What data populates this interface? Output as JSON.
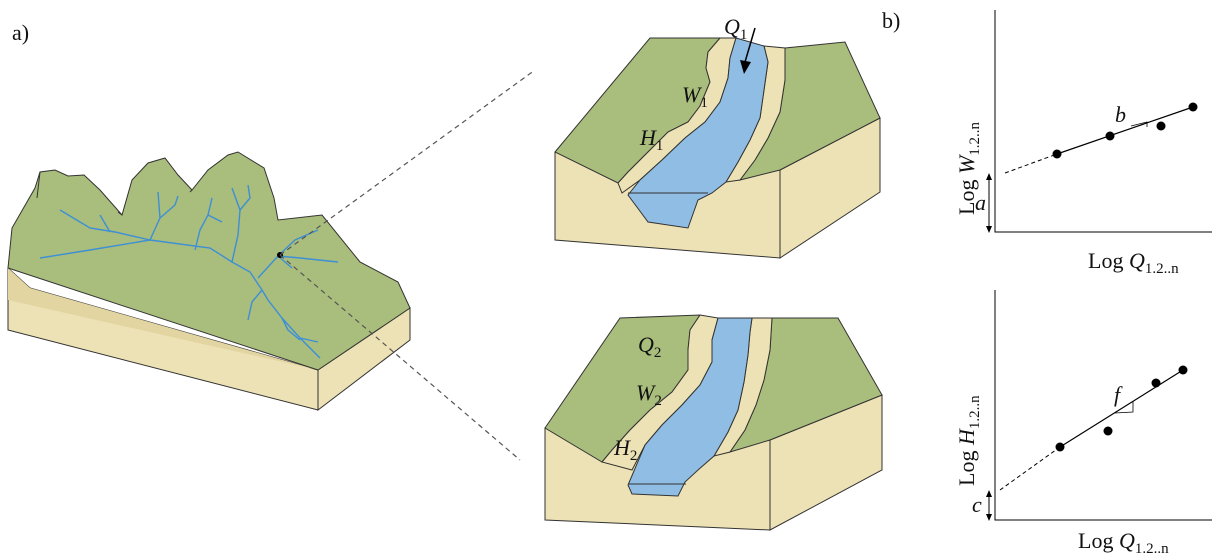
{
  "panel_labels": {
    "a": "a)",
    "b": "b)"
  },
  "block_top": {
    "Q": {
      "var": "Q",
      "sub": "1"
    },
    "W": {
      "var": "W",
      "sub": "1"
    },
    "H": {
      "var": "H",
      "sub": "1"
    }
  },
  "block_bottom": {
    "Q": {
      "var": "Q",
      "sub": "2"
    },
    "W": {
      "var": "W",
      "sub": "2"
    },
    "H": {
      "var": "H",
      "sub": "2"
    }
  },
  "plot_top": {
    "ylabel_prefix": "Log ",
    "ylabel_var": "W",
    "ylabel_sub": "1.2..n",
    "xlabel_prefix": "Log ",
    "xlabel_var": "Q",
    "xlabel_sub": "1.2..n",
    "slope_label": "b",
    "intercept_label": "a"
  },
  "plot_bottom": {
    "ylabel_prefix": "Log ",
    "ylabel_var": "H",
    "ylabel_sub": "1.2..n",
    "xlabel_prefix": "Log ",
    "xlabel_var": "Q",
    "xlabel_sub": "1.2..n",
    "slope_label": "f",
    "intercept_label": "c"
  },
  "colors": {
    "terrain": "#a9bd7c",
    "soil": "#ede2b5",
    "water": "#8fbde4",
    "river_line": "#3d8fd6",
    "outline": "#333333"
  }
}
